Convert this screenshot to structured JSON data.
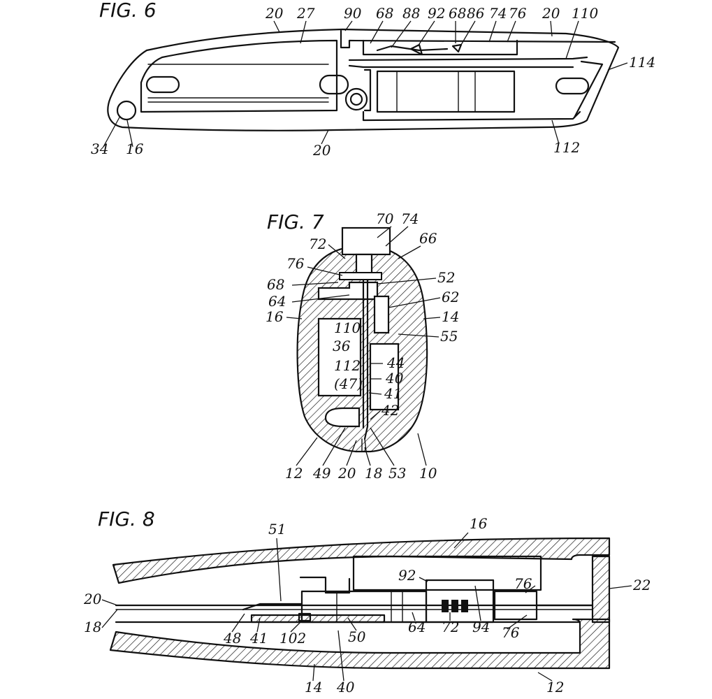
{
  "figures": [
    {
      "title": "FIG. 6",
      "refs": [
        "20",
        "27",
        "90",
        "68",
        "88",
        "92",
        "68",
        "86",
        "74",
        "76",
        "20",
        "110",
        "114",
        "34",
        "16",
        "20",
        "112"
      ]
    },
    {
      "title": "FIG. 7",
      "refs": [
        "70",
        "74",
        "72",
        "66",
        "76",
        "68",
        "52",
        "64",
        "62",
        "16",
        "110",
        "14",
        "36",
        "55",
        "44",
        "112",
        "40",
        "(47)",
        "41",
        "42",
        "12",
        "49",
        "20",
        "18",
        "53",
        "10"
      ]
    },
    {
      "title": "FIG. 8",
      "refs": [
        "51",
        "16",
        "92",
        "76",
        "22",
        "20",
        "18",
        "48",
        "41",
        "102",
        "50",
        "64",
        "72",
        "94",
        "76",
        "14",
        "40",
        "12"
      ]
    }
  ]
}
